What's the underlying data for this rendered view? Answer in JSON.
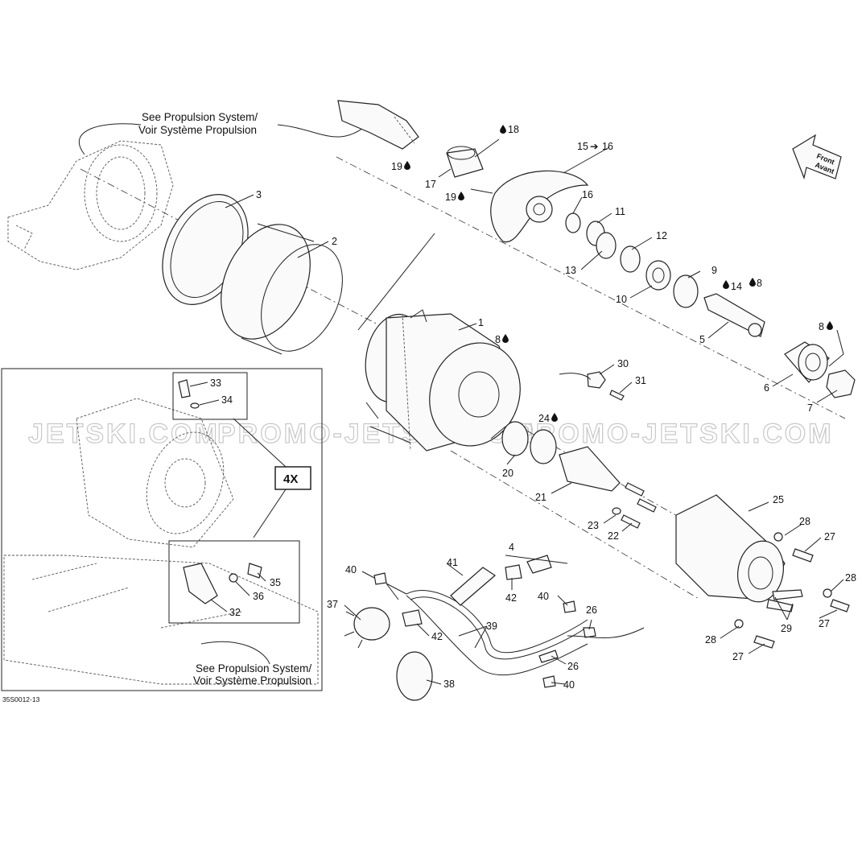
{
  "watermarks": [
    "JETSKI.COM",
    "PROMO-JETSKI.COM",
    "PROMO-JETSKI.COM"
  ],
  "notes": {
    "top": [
      "See Propulsion System/",
      "Voir Système Propulsion"
    ],
    "bottom": [
      "See Propulsion System/",
      "Voir Système Propulsion"
    ]
  },
  "front_arrow": [
    "Front",
    "Avant"
  ],
  "inset_multiplier": "4X",
  "drawing_code": "35S0012-13",
  "callouts": {
    "c1": "1",
    "c2": "2",
    "c3": "3",
    "c4": "4",
    "c5": "5",
    "c6": "6",
    "c7": "7",
    "c8a": "8",
    "c8b": "8",
    "c8c": "8",
    "c9": "9",
    "c10": "10",
    "c11": "11",
    "c12": "12",
    "c13": "13",
    "c14": "14",
    "c15": "15",
    "c16": "16",
    "c16b": "16",
    "c17": "17",
    "c18": "18",
    "c19a": "19",
    "c19b": "19",
    "c20": "20",
    "c21": "21",
    "c22": "22",
    "c23": "23",
    "c24": "24",
    "c25": "25",
    "c26a": "26",
    "c26b": "26",
    "c27a": "27",
    "c27b": "27",
    "c27c": "27",
    "c28a": "28",
    "c28b": "28",
    "c28c": "28",
    "c29": "29",
    "c30": "30",
    "c31": "31",
    "c32": "32",
    "c33": "33",
    "c34": "34",
    "c35": "35",
    "c36": "36",
    "c37": "37",
    "c38": "38",
    "c39": "39",
    "c40a": "40",
    "c40b": "40",
    "c40c": "40",
    "c41": "41",
    "c42a": "42",
    "c42b": "42"
  },
  "icons": {
    "lubricant": "droplet-icon",
    "replaces": "arrow-right-icon"
  }
}
